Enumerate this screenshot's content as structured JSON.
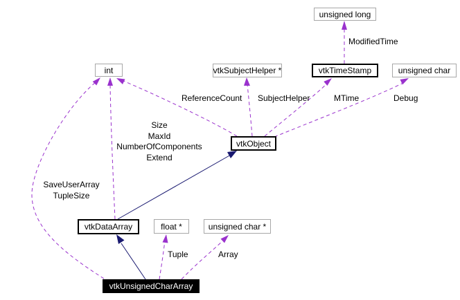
{
  "colors": {
    "usage_edge": "#9a32cd",
    "inheritance_edge": "#191970",
    "node_border_plain": "#a7a7a7",
    "node_border_linked": "#000000",
    "current_node_bg": "#000000",
    "current_node_text": "#ffffff",
    "background": "#ffffff"
  },
  "nodes": {
    "unsigned_long": {
      "label": "unsigned long"
    },
    "int": {
      "label": "int"
    },
    "subject_helper_ptr": {
      "label": "vtkSubjectHelper *"
    },
    "time_stamp": {
      "label": "vtkTimeStamp"
    },
    "unsigned_char": {
      "label": "unsigned char"
    },
    "object": {
      "label": "vtkObject"
    },
    "data_array": {
      "label": "vtkDataArray"
    },
    "float_ptr": {
      "label": "float *"
    },
    "unsigned_char_ptr": {
      "label": "unsigned char *"
    },
    "current": {
      "label": "vtkUnsignedCharArray"
    }
  },
  "edge_labels": {
    "modified_time": "ModifiedTime",
    "reference_count": "ReferenceCount",
    "subject_helper": "SubjectHelper",
    "mtime": "MTime",
    "debug": "Debug",
    "size": "Size",
    "max_id": "MaxId",
    "number_of_components": "NumberOfComponents",
    "extend": "Extend",
    "save_user_array": "SaveUserArray",
    "tuple_size": "TupleSize",
    "tuple": "Tuple",
    "array": "Array"
  }
}
